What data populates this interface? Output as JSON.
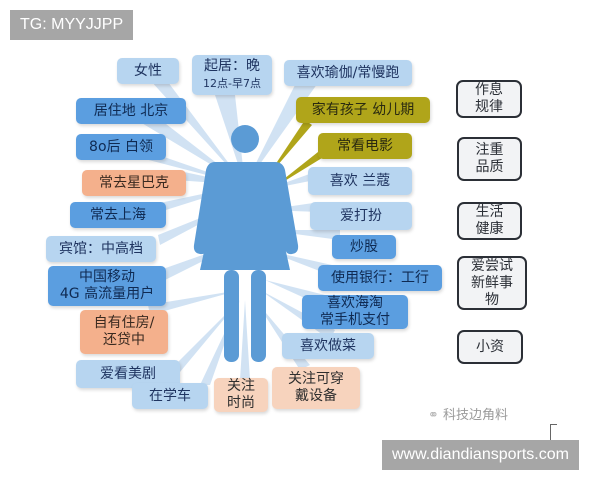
{
  "header_tag": "TG: MYYJJPP",
  "figure": {
    "icon": "female-person-icon",
    "color": "#5b9bd5"
  },
  "left_bubbles": [
    {
      "text": "女性",
      "style": "light-blue"
    },
    {
      "text": "居住地 北京",
      "style": "medium-blue"
    },
    {
      "text": "8o后 白领",
      "style": "medium-blue"
    },
    {
      "text": "常去星巴克",
      "style": "orange"
    },
    {
      "text": "常去上海",
      "style": "medium-blue"
    },
    {
      "text": "宾馆：中高档",
      "style": "light-blue"
    },
    {
      "text": "中国移动",
      "text2": "4G 高流量用户",
      "style": "medium-blue"
    },
    {
      "text": "自有住房/",
      "text2": "还贷中",
      "style": "orange"
    },
    {
      "text": "爱看美剧",
      "style": "light-blue"
    },
    {
      "text": "在学车",
      "style": "light-blue"
    }
  ],
  "top_bubbles": [
    {
      "text": "起居：晚",
      "text2": "12点-早7点",
      "style": "light-blue"
    }
  ],
  "right_bubbles": [
    {
      "text": "喜欢瑜伽/常慢跑",
      "style": "light-blue"
    },
    {
      "text": "家有孩子  幼儿期",
      "style": "olive"
    },
    {
      "text": "常看电影",
      "style": "olive"
    },
    {
      "text": "喜欢 兰蔻",
      "style": "light-blue"
    },
    {
      "text": "爱打扮",
      "style": "light-blue"
    },
    {
      "text": "炒股",
      "style": "medium-blue"
    },
    {
      "text": "使用银行：工行",
      "style": "medium-blue"
    },
    {
      "text": "喜欢海淘",
      "text2": "常手机支付",
      "style": "medium-blue"
    },
    {
      "text": "喜欢做菜",
      "style": "light-blue"
    }
  ],
  "bottom_bubbles": [
    {
      "text": "关注",
      "text2": "时尚",
      "style": "peach"
    },
    {
      "text": "关注可穿",
      "text2": "戴设备",
      "style": "peach"
    }
  ],
  "categories": [
    {
      "line1": "作息",
      "line2": "规律"
    },
    {
      "line1": "注重",
      "line2": "品质"
    },
    {
      "line1": "生活",
      "line2": "健康"
    },
    {
      "line1": "爱尝试",
      "line2": "新鲜事",
      "line3": "物"
    },
    {
      "line1": "小资"
    }
  ],
  "watermark": {
    "icon": "wechat-icon",
    "text": "科技边角料"
  },
  "footer_url": "www.diandiansports.com",
  "colors": {
    "light_blue": "#b7d5f0",
    "medium_blue": "#5b9ee0",
    "orange": "#f4b08c",
    "olive": "#b0a51a",
    "peach": "#f7d3bd",
    "category_border": "#2b2f36"
  }
}
